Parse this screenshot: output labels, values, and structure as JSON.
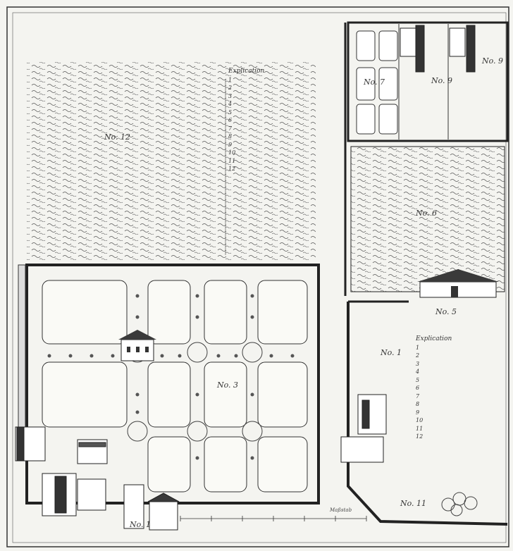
{
  "labels": {
    "field_topleft": "No. 12",
    "field_right": "No. 6",
    "court_upper": "No. 7",
    "bldg_label_1": "No. 9",
    "bldg_label_2": "No. 9",
    "house_no5": "No. 5",
    "yard_no1": "No. 1",
    "garden_no3": "No. 3",
    "bottom_no11": "No. 11",
    "bottom_no1b": "No. 1"
  },
  "legend_top": {
    "title": "Explication",
    "lines": [
      "1",
      "2",
      "3",
      "4",
      "5",
      "6",
      "7",
      "8",
      "9",
      "10",
      "11",
      "12"
    ]
  },
  "legend_right": {
    "title": "Explication",
    "lines": [
      "1",
      "2",
      "3",
      "4",
      "5",
      "6",
      "7",
      "8",
      "9",
      "10",
      "11",
      "12"
    ]
  },
  "scale": {
    "label": "Maßstab"
  },
  "colors": {
    "ink": "#2a2a2a",
    "paper": "#f4f4f0",
    "roof": "#3a3a3a"
  }
}
